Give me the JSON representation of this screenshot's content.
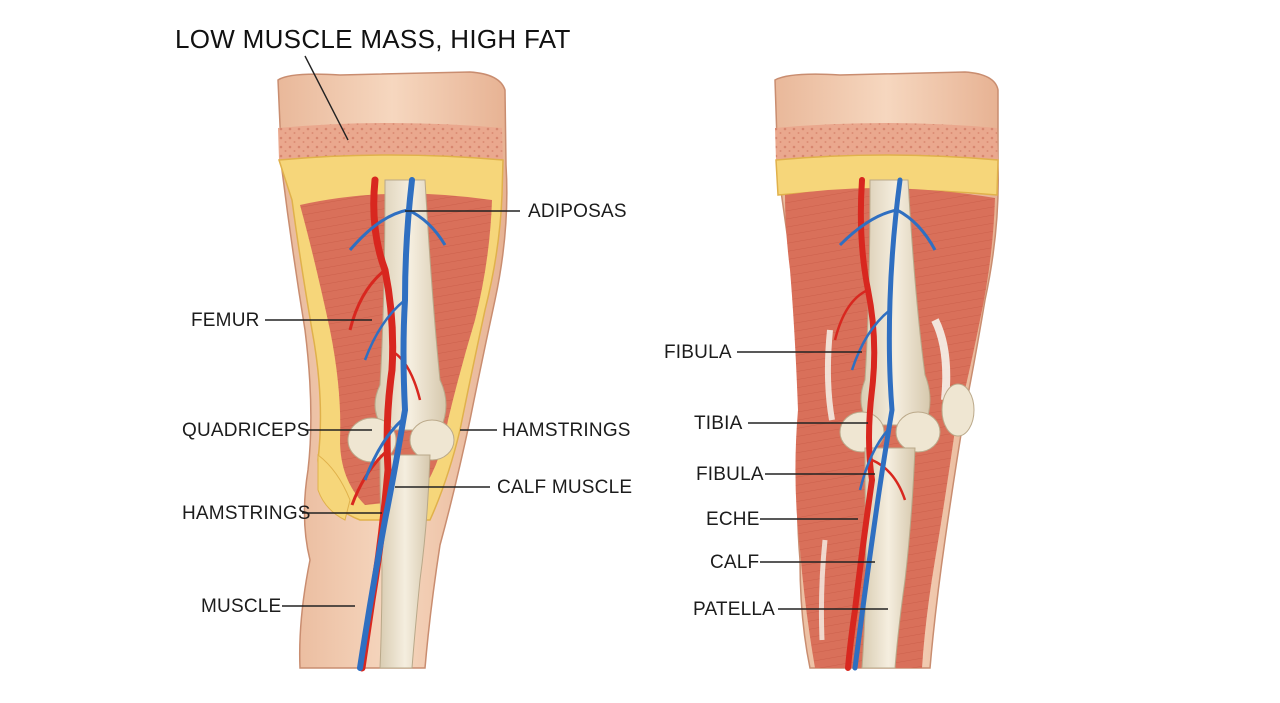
{
  "title": "LOW MUSCLE MASS, HIGH FAT",
  "left_leg": {
    "labels": {
      "adiposas": "ADIPOSAS",
      "femur": "FEMUR",
      "quadriceps": "QUADRICEPS",
      "hamstrings_right": "HAMSTRINGS",
      "calf_muscle": "CALF MUSCLE",
      "hamstrings_left": "HAMSTRINGS",
      "muscle": "MUSCLE"
    }
  },
  "right_leg": {
    "labels": {
      "fibula_top": "FIBULA",
      "tibia": "TIBIA",
      "fibula_mid": "FIBULA",
      "eche": "ECHE",
      "calf": "CALF",
      "patella": "PATELLA"
    }
  },
  "colors": {
    "skin": "#f2cdb0",
    "skin_dark": "#e4ab8c",
    "fat": "#f6d67a",
    "fat_light": "#fbe6a6",
    "dermis": "#eaa88e",
    "muscle": "#d9705a",
    "muscle_light": "#e89a80",
    "bone": "#ece3cf",
    "artery": "#d8271f",
    "vein": "#2f6fc1",
    "line": "#222222"
  }
}
